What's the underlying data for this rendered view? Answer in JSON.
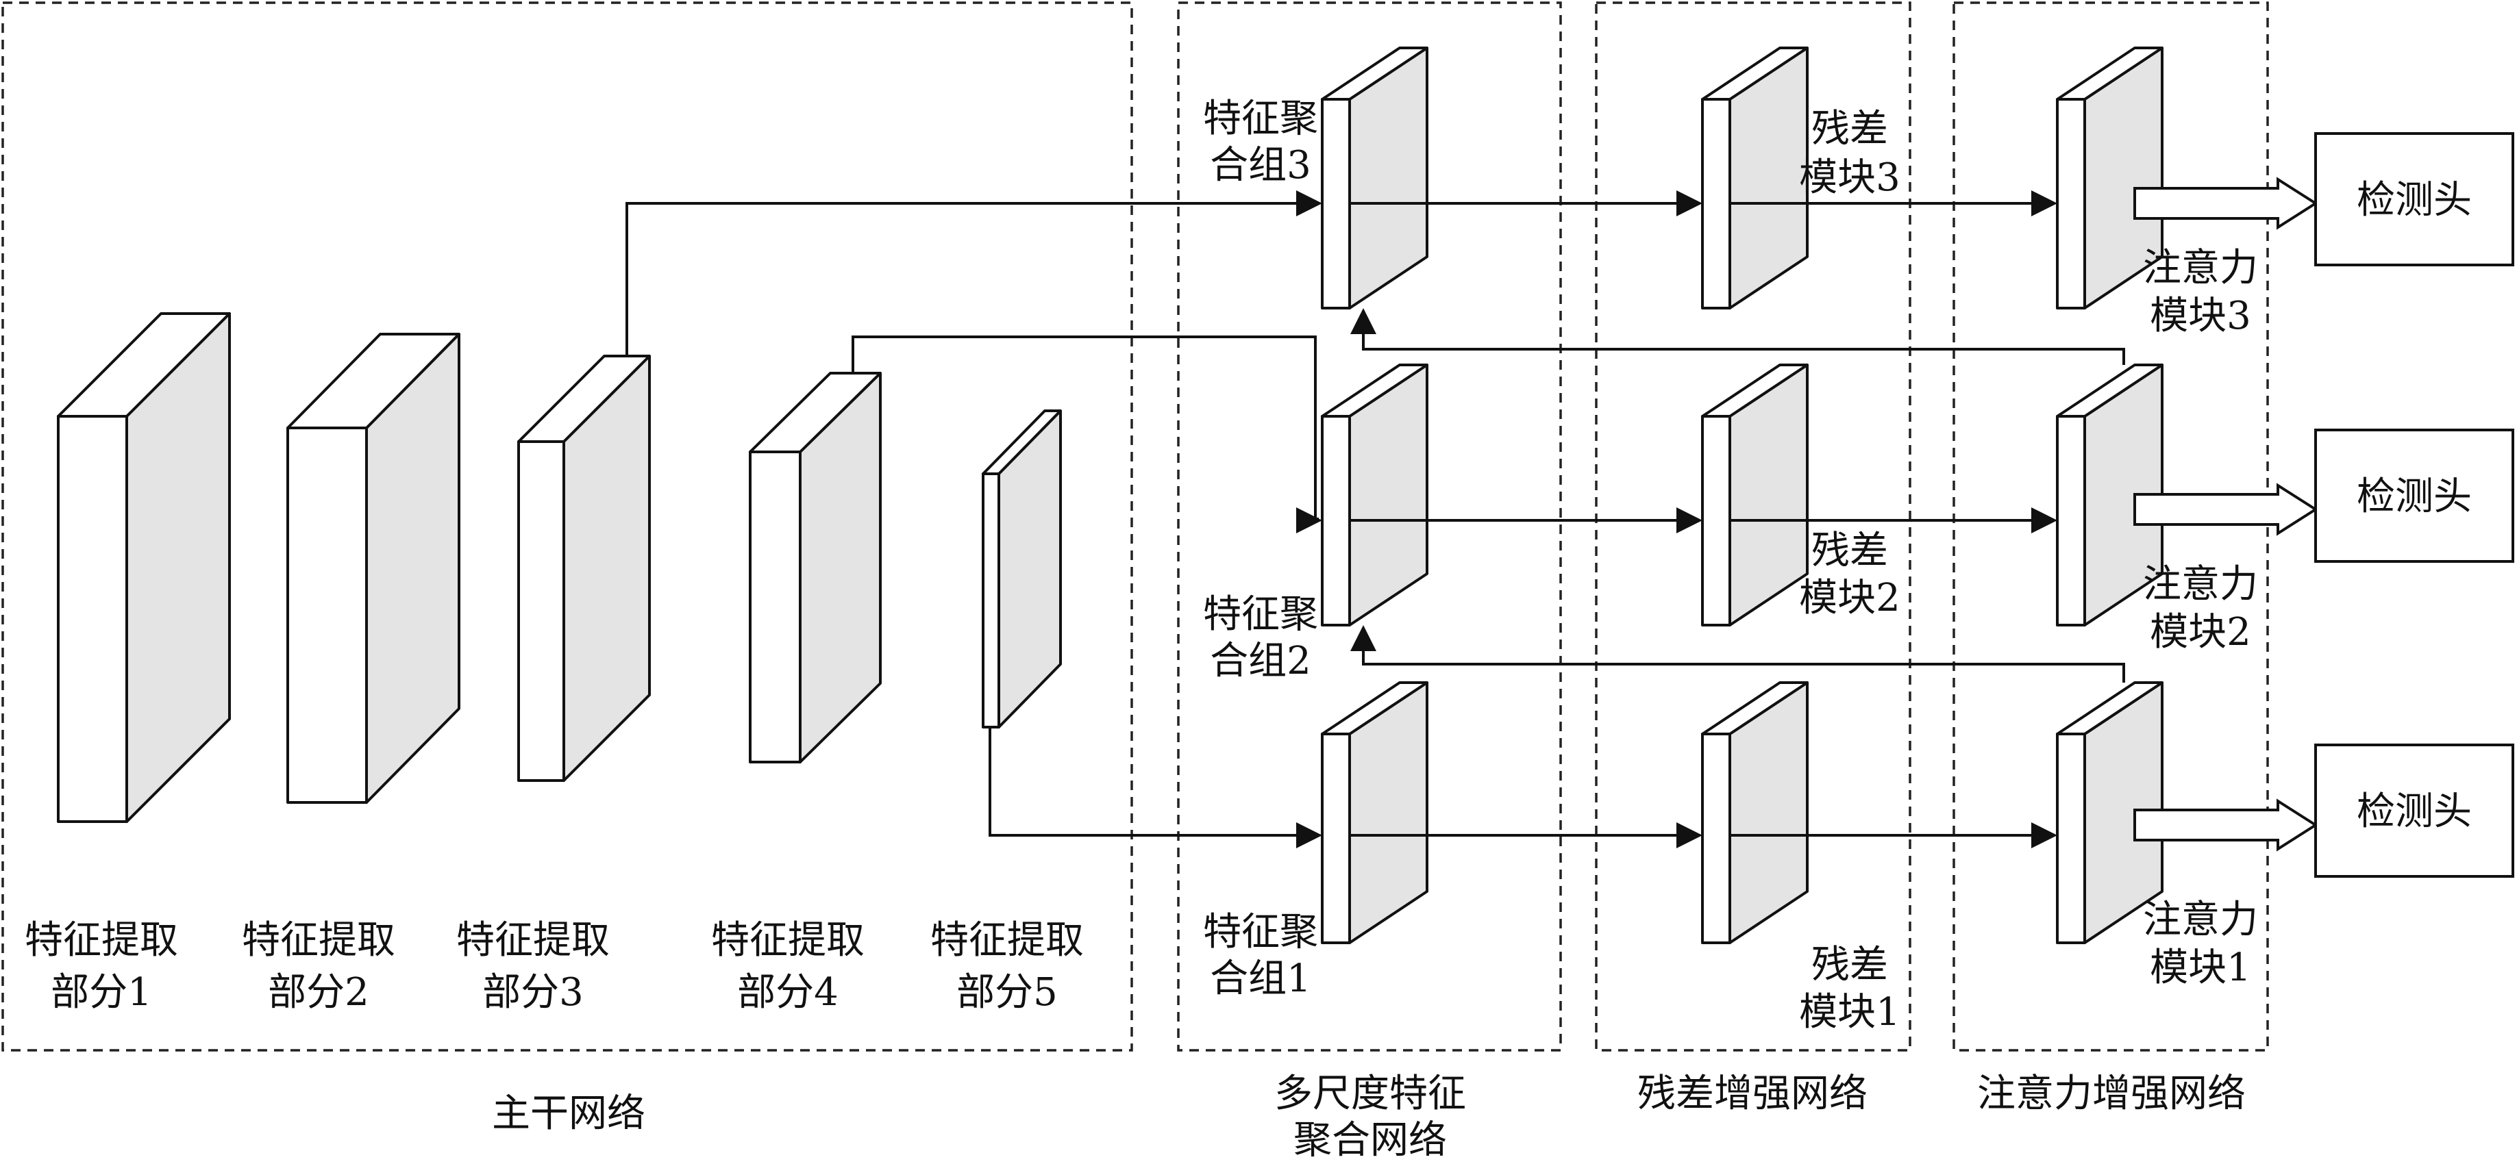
{
  "colors": {
    "stroke": "#111111",
    "side_fill": "#e4e4e4",
    "face_fill": "#ffffff"
  },
  "backbone": {
    "title": "主干网络",
    "parts": [
      {
        "line1": "特征提取",
        "line2": "部分1"
      },
      {
        "line1": "特征提取",
        "line2": "部分2"
      },
      {
        "line1": "特征提取",
        "line2": "部分3"
      },
      {
        "line1": "特征提取",
        "line2": "部分4"
      },
      {
        "line1": "特征提取",
        "line2": "部分5"
      }
    ]
  },
  "fusion": {
    "title_line1": "多尺度特征",
    "title_line2": "聚合网络",
    "groups": [
      {
        "line1": "特征聚",
        "line2": "合组3"
      },
      {
        "line1": "特征聚",
        "line2": "合组2"
      },
      {
        "line1": "特征聚",
        "line2": "合组1"
      }
    ]
  },
  "residual": {
    "title": "残差增强网络",
    "modules": [
      {
        "line1": "残差",
        "line2": "模块3"
      },
      {
        "line1": "残差",
        "line2": "模块2"
      },
      {
        "line1": "残差",
        "line2": "模块1"
      }
    ]
  },
  "attention": {
    "title": "注意力增强网络",
    "modules": [
      {
        "line1": "注意力",
        "line2": "模块3"
      },
      {
        "line1": "注意力",
        "line2": "模块2"
      },
      {
        "line1": "注意力",
        "line2": "模块1"
      }
    ]
  },
  "heads": [
    {
      "label": "检测头"
    },
    {
      "label": "检测头"
    },
    {
      "label": "检测头"
    }
  ]
}
